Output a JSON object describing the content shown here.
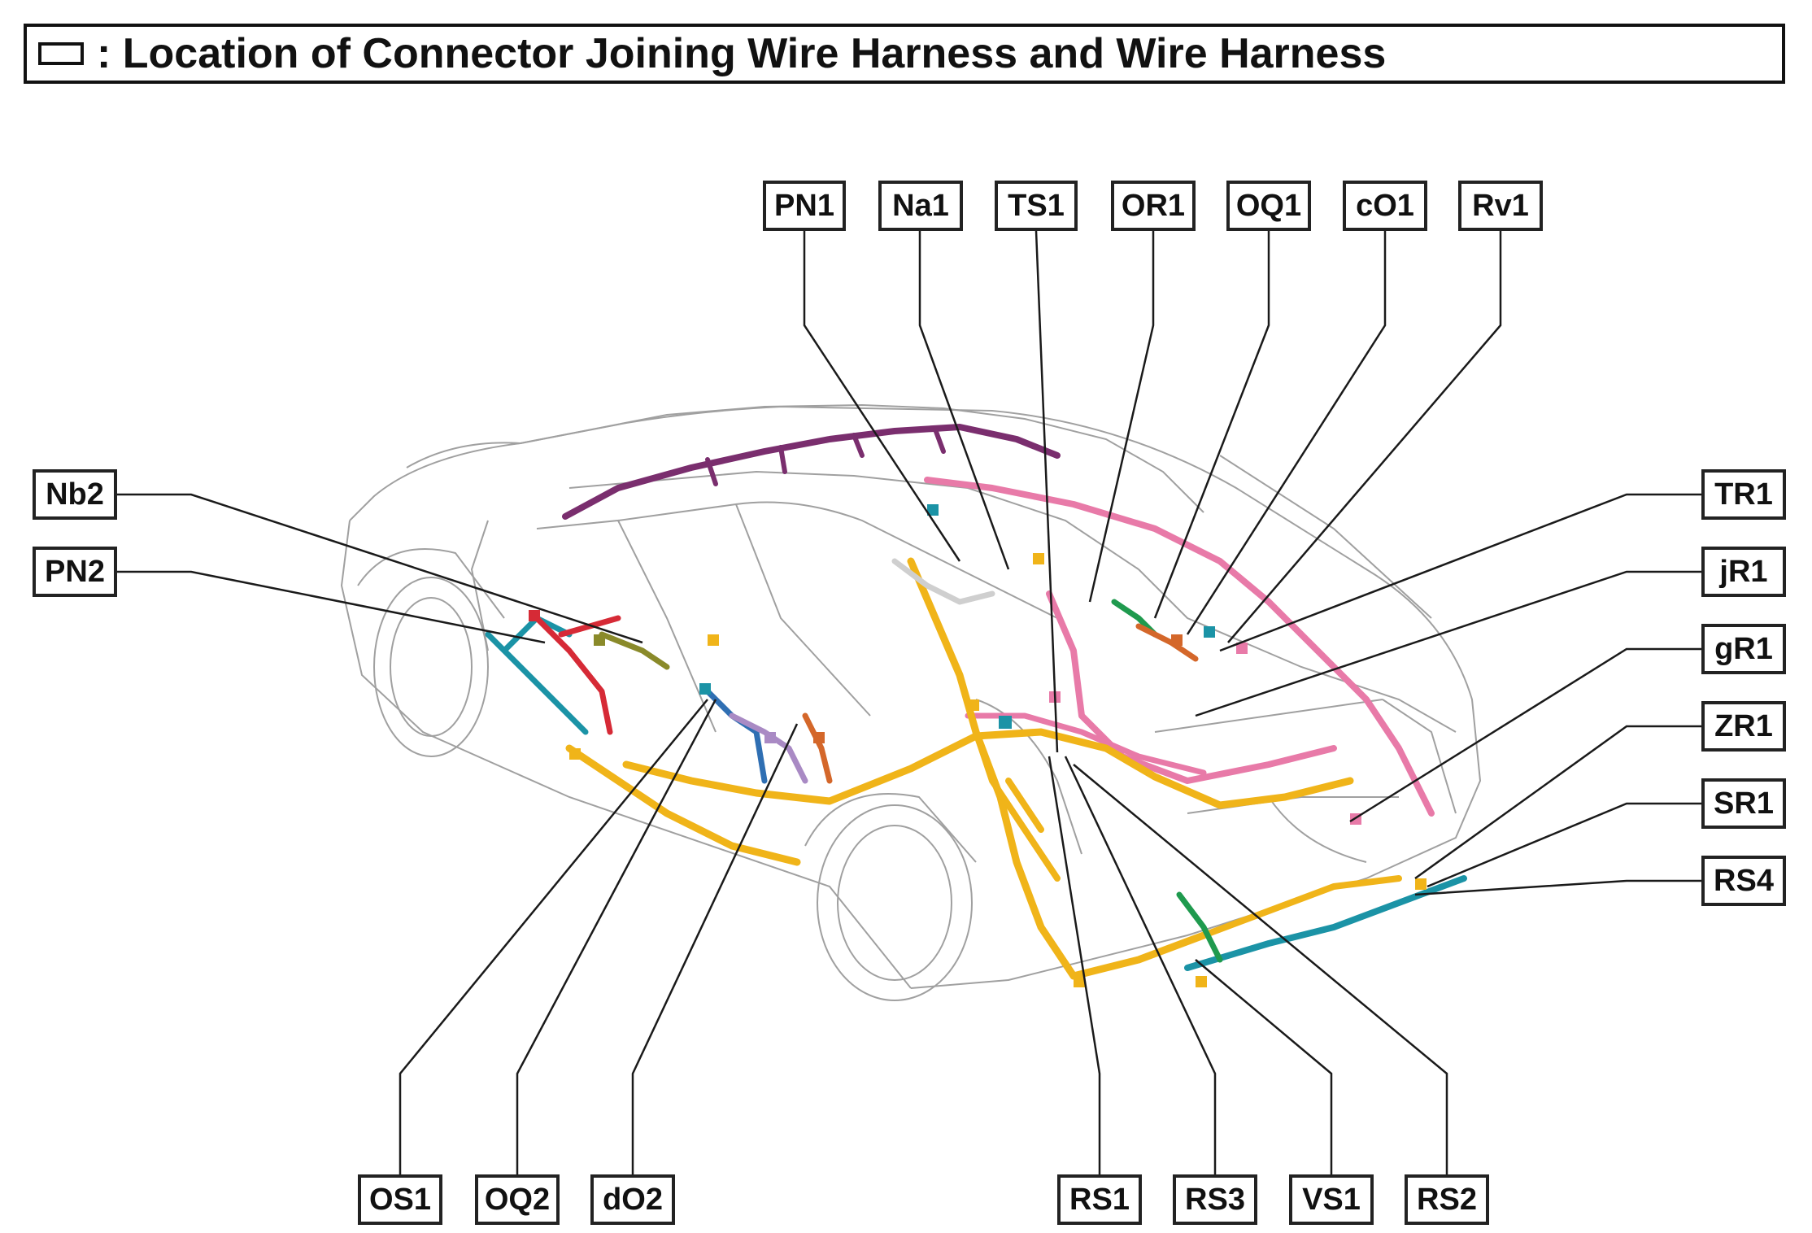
{
  "title": {
    "text": ": Location of Connector Joining Wire Harness and Wire Harness"
  },
  "connectors": {
    "PN1": "PN1",
    "Na1": "Na1",
    "TS1": "TS1",
    "OR1": "OR1",
    "OQ1": "OQ1",
    "cO1": "cO1",
    "Rv1": "Rv1",
    "Nb2": "Nb2",
    "PN2": "PN2",
    "TR1": "TR1",
    "jR1": "jR1",
    "gR1": "gR1",
    "ZR1": "ZR1",
    "SR1": "SR1",
    "RS4": "RS4",
    "OS1": "OS1",
    "OQ2": "OQ2",
    "dO2": "dO2",
    "RS1": "RS1",
    "RS3": "RS3",
    "VS1": "VS1",
    "RS2": "RS2"
  },
  "colors": {
    "outline": "#9a9a9a",
    "yellow": "#f0b419",
    "pink": "#e87aa8",
    "purple": "#7a2e6e",
    "teal": "#1b93a6",
    "red": "#d62a36",
    "green": "#1f9a4e",
    "orange": "#d4672a",
    "lavender": "#a98ac4",
    "olive": "#8a8a2a",
    "blue": "#2f6fb3"
  }
}
